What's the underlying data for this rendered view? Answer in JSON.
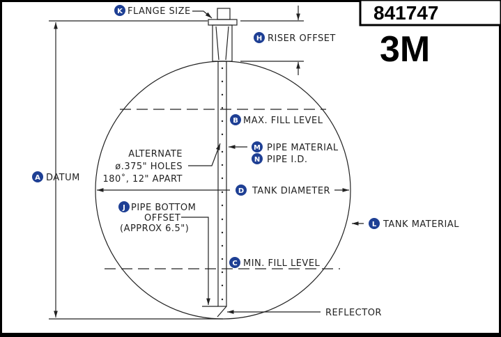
{
  "part_number": "841747",
  "brand": "3M",
  "badge_color": "#1e3f94",
  "labels": {
    "flange": {
      "badge": "K",
      "text": "FLANGE SIZE"
    },
    "riser": {
      "badge": "H",
      "text": "RISER OFFSET"
    },
    "max_fill": {
      "badge": "B",
      "text": "MAX. FILL LEVEL"
    },
    "pipe_material": {
      "badge": "M",
      "text": "PIPE MATERIAL"
    },
    "pipe_id": {
      "badge": "N",
      "text": "PIPE I.D."
    },
    "datum": {
      "badge": "A",
      "text": "DATUM"
    },
    "tank_diameter": {
      "badge": "D",
      "text": "TANK DIAMETER"
    },
    "pipe_bottom": {
      "badge": "J",
      "line1": "PIPE BOTTOM",
      "line2": "OFFSET",
      "line3": "(APPROX 6.5\")"
    },
    "tank_material": {
      "badge": "L",
      "text": "TANK MATERIAL"
    },
    "min_fill": {
      "badge": "C",
      "text": "MIN. FILL LEVEL"
    },
    "reflector": {
      "text": "REFLECTOR"
    },
    "holes": {
      "line1": "ALTERNATE",
      "line2": "ø.375\" HOLES",
      "line3": "180˚, 12\" APART"
    }
  }
}
